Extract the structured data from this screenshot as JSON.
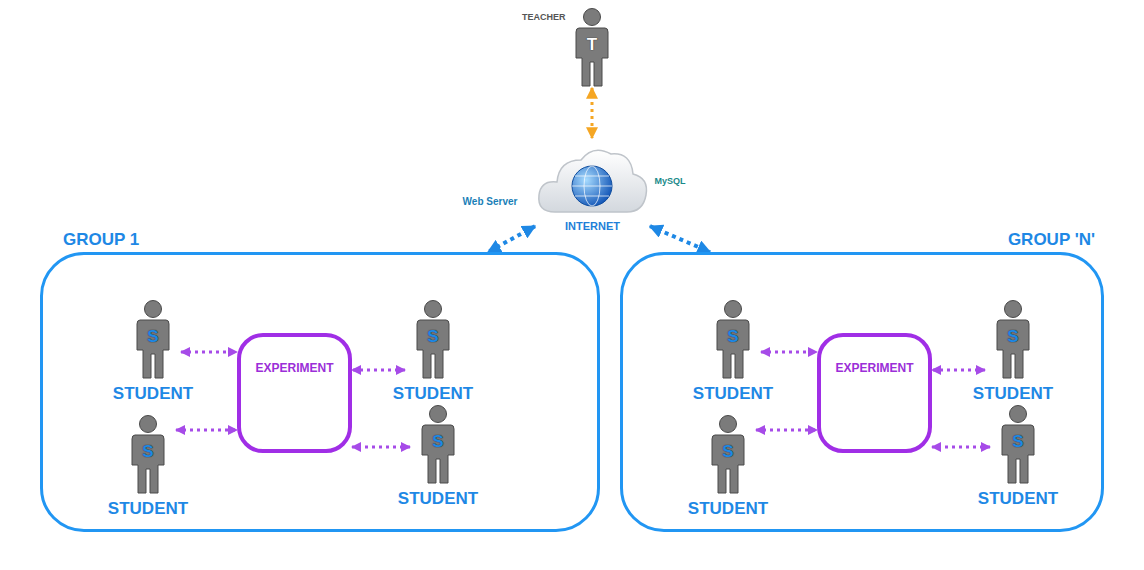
{
  "diagram": {
    "nodes": [
      {
        "text": [
          "T",
          "TEACHER"
        ]
      },
      {
        "text": [
          "INTERNET"
        ]
      },
      {
        "text": [
          "GROUP 1"
        ]
      },
      {
        "text": [
          "EXPERIMENT"
        ],
        "in": 2
      },
      {
        "text": [
          "S",
          "STUDENT"
        ],
        "in": 2
      },
      {
        "text": [
          "S",
          "STUDENT"
        ],
        "in": 2
      },
      {
        "text": [
          "S",
          "STUDENT"
        ],
        "in": 2
      },
      {
        "text": [
          "S",
          "STUDENT"
        ],
        "in": 2
      },
      {
        "text": [
          "GROUP 'N'"
        ]
      },
      {
        "text": [
          "EXPERIMENT"
        ],
        "in": 8
      },
      {
        "text": [
          "S",
          "STUDENT"
        ],
        "in": 8
      },
      {
        "text": [
          "S",
          "STUDENT"
        ],
        "in": 8
      },
      {
        "text": [
          "S",
          "STUDENT"
        ],
        "in": 8
      },
      {
        "text": [
          "S",
          "STUDENT"
        ],
        "in": 8
      }
    ],
    "edges": [
      {
        "from": 0,
        "to": 1,
        "arrow": "both"
      },
      {
        "from": 1,
        "to": 2,
        "arrow": "both"
      },
      {
        "from": 1,
        "to": 8,
        "arrow": "both"
      },
      {
        "from": 4,
        "to": 3,
        "arrow": "both"
      },
      {
        "from": 5,
        "to": 3,
        "arrow": "both"
      },
      {
        "from": 6,
        "to": 3,
        "arrow": "both"
      },
      {
        "from": 7,
        "to": 3,
        "arrow": "both"
      },
      {
        "from": 10,
        "to": 9,
        "arrow": "both"
      },
      {
        "from": 11,
        "to": 9,
        "arrow": "both"
      },
      {
        "from": 12,
        "to": 9,
        "arrow": "both"
      },
      {
        "from": 13,
        "to": 9,
        "arrow": "both"
      }
    ],
    "labels": [
      "Web Server",
      "MySQL"
    ]
  }
}
